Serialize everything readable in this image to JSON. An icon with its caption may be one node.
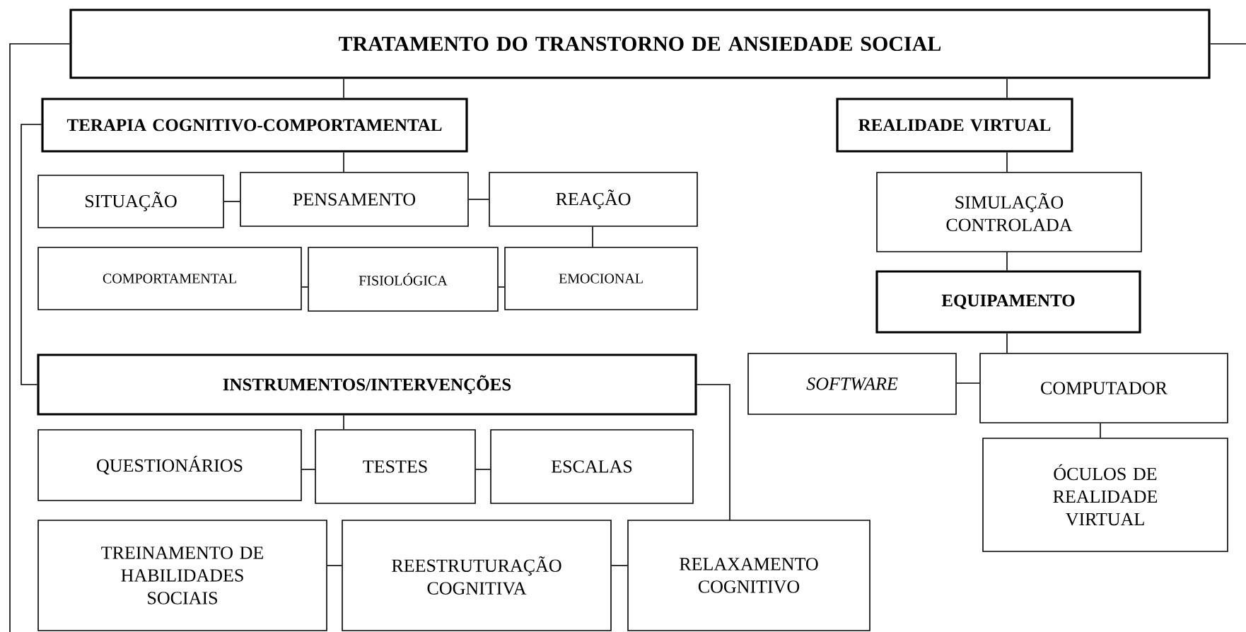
{
  "diagram": {
    "nodes": [
      {
        "text": [
          "TRATAMENTO DO TRANSTORNO DE ANSIEDADE SOCIAL"
        ]
      },
      {
        "text": [
          "TERAPIA COGNITIVO-COMPORTAMENTAL"
        ]
      },
      {
        "text": [
          "REALIDADE VIRTUAL"
        ]
      },
      {
        "text": [
          "SITUAÇÃO"
        ]
      },
      {
        "text": [
          "PENSAMENTO"
        ]
      },
      {
        "text": [
          "REAÇÃO"
        ]
      },
      {
        "text": [
          "COMPORTAMENTAL"
        ]
      },
      {
        "text": [
          "FISIOLÓGICA"
        ]
      },
      {
        "text": [
          "EMOCIONAL"
        ]
      },
      {
        "text": [
          "SIMULAÇÃO CONTROLADA"
        ]
      },
      {
        "text": [
          "EQUIPAMENTO"
        ]
      },
      {
        "text": [
          "INSTRUMENTOS/INTERVENÇÕES"
        ]
      },
      {
        "text": [
          "SOFTWARE"
        ]
      },
      {
        "text": [
          "COMPUTADOR"
        ]
      },
      {
        "text": [
          "QUESTIONÁRIOS"
        ]
      },
      {
        "text": [
          "TESTES"
        ]
      },
      {
        "text": [
          "ESCALAS"
        ]
      },
      {
        "text": [
          "ÓCULOS DE REALIDADE VIRTUAL"
        ]
      },
      {
        "text": [
          "TREINAMENTO DE HABILIDADES SOCIAIS"
        ]
      },
      {
        "text": [
          "REESTRUTURAÇÃO COGNITIVA"
        ]
      },
      {
        "text": [
          "RELAXAMENTO COGNITIVO"
        ]
      }
    ],
    "edges": [
      {
        "from": 0,
        "to": 1,
        "arrow": "none"
      },
      {
        "from": 0,
        "to": 2,
        "arrow": "none"
      },
      {
        "from": 0,
        "to": null,
        "arrow": "none"
      },
      {
        "from": 0,
        "to": null,
        "arrow": "none"
      },
      {
        "from": 1,
        "to": 4,
        "arrow": "none"
      },
      {
        "from": 3,
        "to": 4,
        "arrow": "none"
      },
      {
        "from": 4,
        "to": 5,
        "arrow": "none"
      },
      {
        "from": 5,
        "to": 8,
        "arrow": "none"
      },
      {
        "from": 6,
        "to": 7,
        "arrow": "none"
      },
      {
        "from": 7,
        "to": 8,
        "arrow": "none"
      },
      {
        "from": 1,
        "to": 11,
        "arrow": "none"
      },
      {
        "from": 2,
        "to": 9,
        "arrow": "none"
      },
      {
        "from": 9,
        "to": 10,
        "arrow": "none"
      },
      {
        "from": 10,
        "to": 13,
        "arrow": "none"
      },
      {
        "from": 12,
        "to": 13,
        "arrow": "none"
      },
      {
        "from": 13,
        "to": 17,
        "arrow": "none"
      },
      {
        "from": 11,
        "to": 15,
        "arrow": "none"
      },
      {
        "from": 14,
        "to": 15,
        "arrow": "none"
      },
      {
        "from": 15,
        "to": 16,
        "arrow": "none"
      },
      {
        "from": 11,
        "to": 20,
        "arrow": "none"
      },
      {
        "from": 18,
        "to": 19,
        "arrow": "none"
      },
      {
        "from": 19,
        "to": 20,
        "arrow": "none"
      }
    ]
  }
}
